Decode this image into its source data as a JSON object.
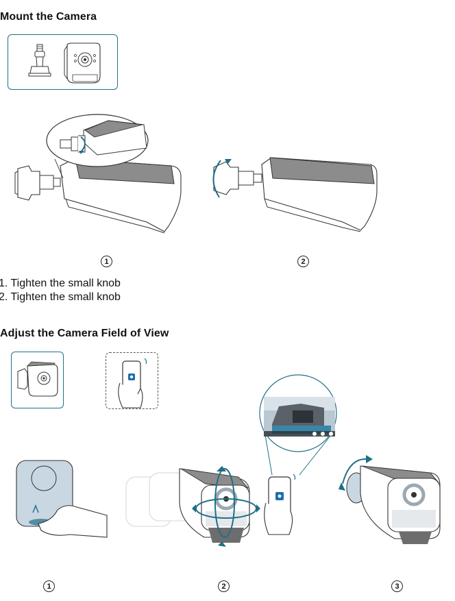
{
  "section1": {
    "title": "Mount the Camera",
    "steps": [
      "1. Tighten the small knob",
      "2. Tighten the small knob"
    ],
    "markers": [
      "1",
      "2"
    ]
  },
  "section2": {
    "title": "Adjust the Camera Field of View",
    "markers": [
      "1",
      "2",
      "3"
    ]
  },
  "colors": {
    "accent": "#1f6f87",
    "arrow": "#1f6f87",
    "solar_panel": "#8c8c8c",
    "lens_ring": "#9aa9b4",
    "app_icon": "#1f6fa8"
  },
  "icons": [
    "mount-bracket-icon",
    "camera-icon",
    "smartphone-app-icon",
    "rotation-arrow-icon"
  ]
}
